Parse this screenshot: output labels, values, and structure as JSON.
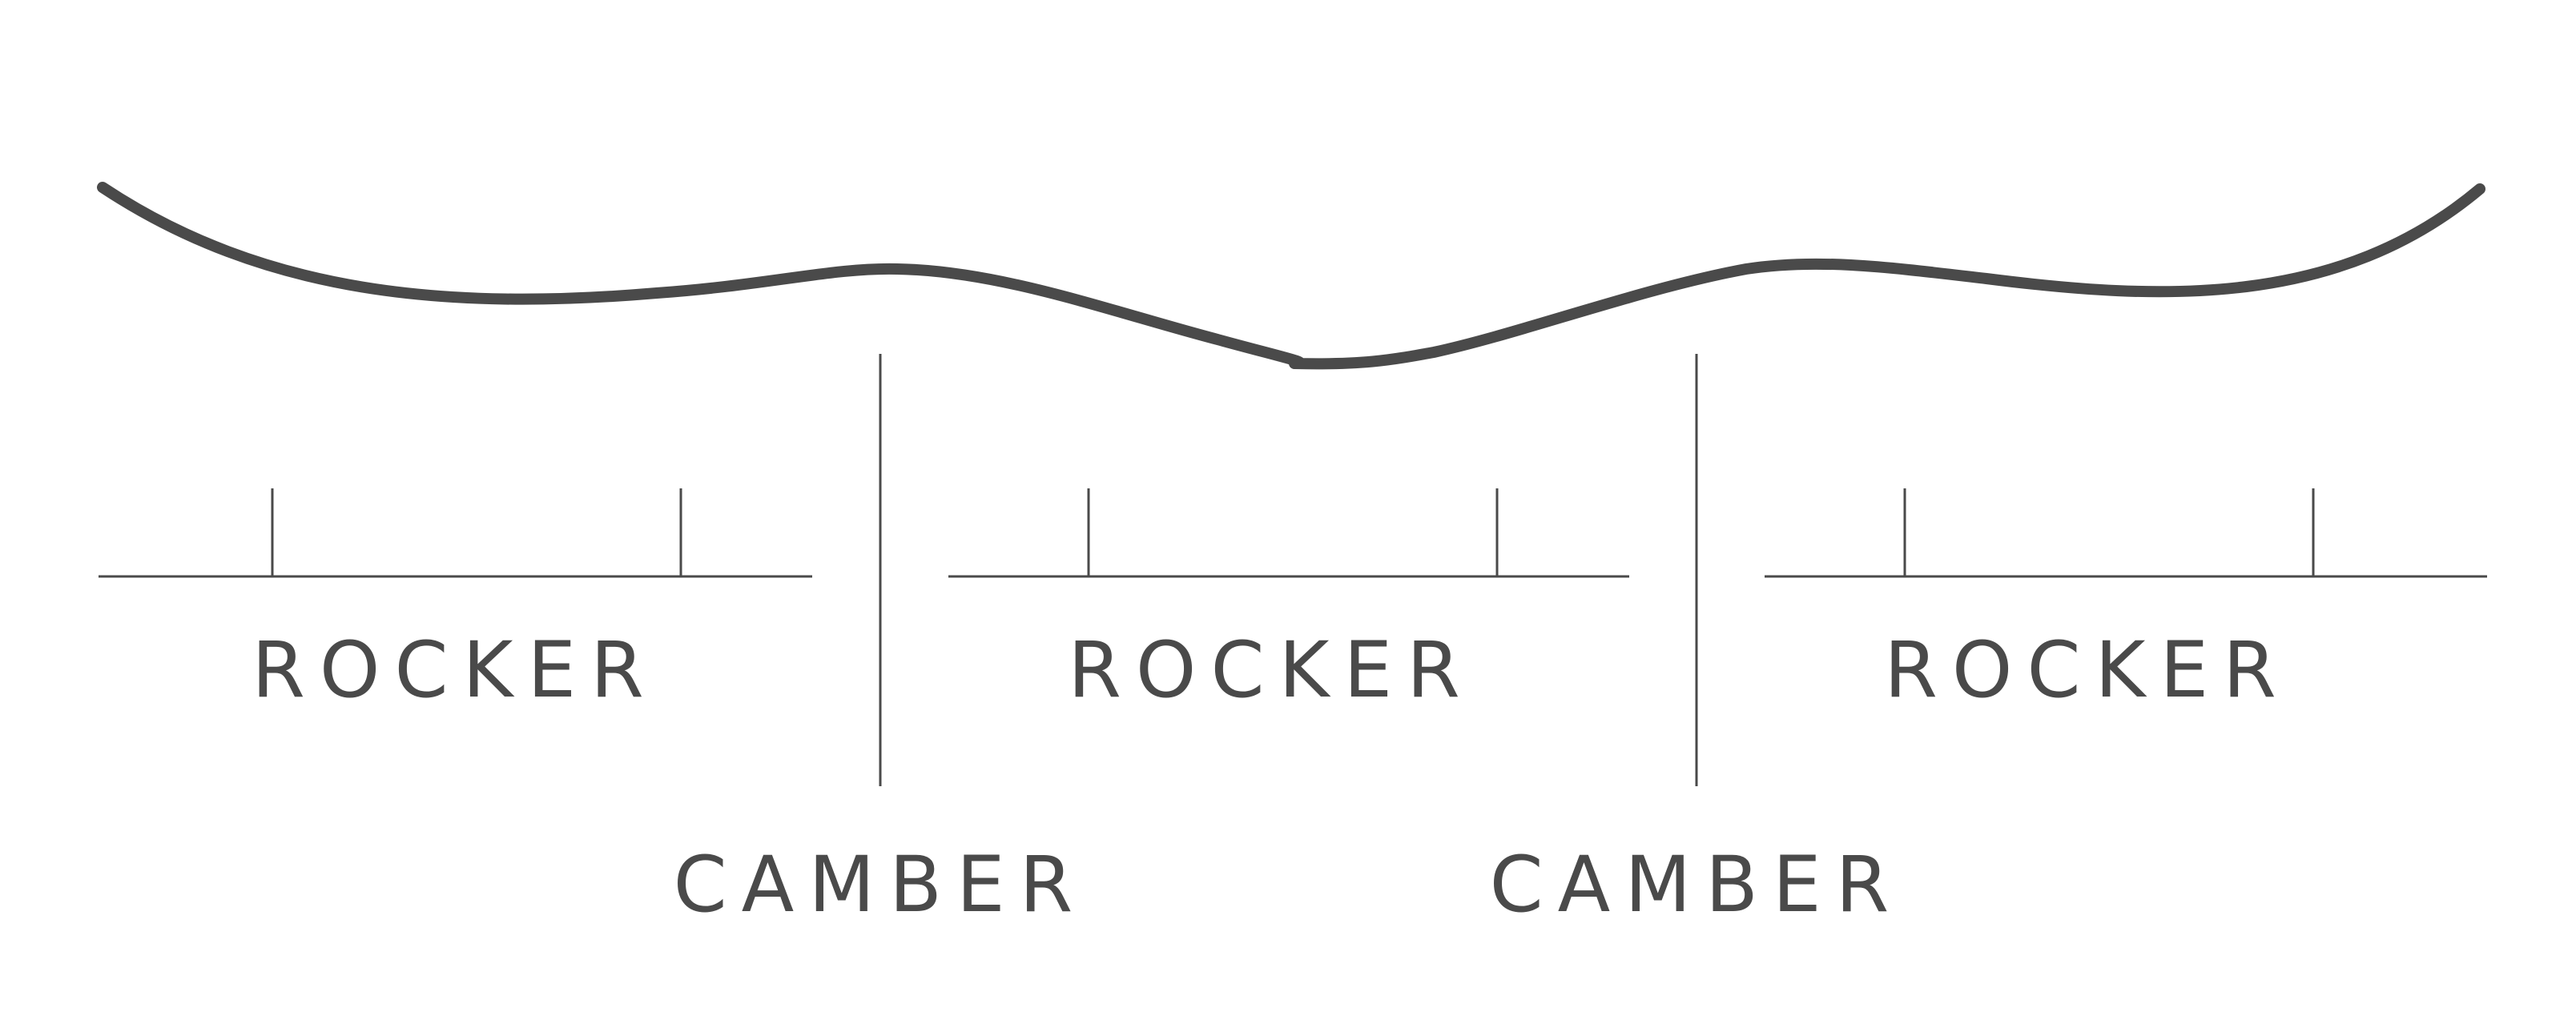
{
  "colors": {
    "profile": "#4a4a4a",
    "lines": "#4a4a4a",
    "text": "#4a4a4a",
    "background": "#ffffff"
  },
  "labels": {
    "rocker_left": "ROCKER",
    "rocker_center": "ROCKER",
    "rocker_right": "ROCKER",
    "camber_left": "CAMBER",
    "camber_right": "CAMBER"
  }
}
